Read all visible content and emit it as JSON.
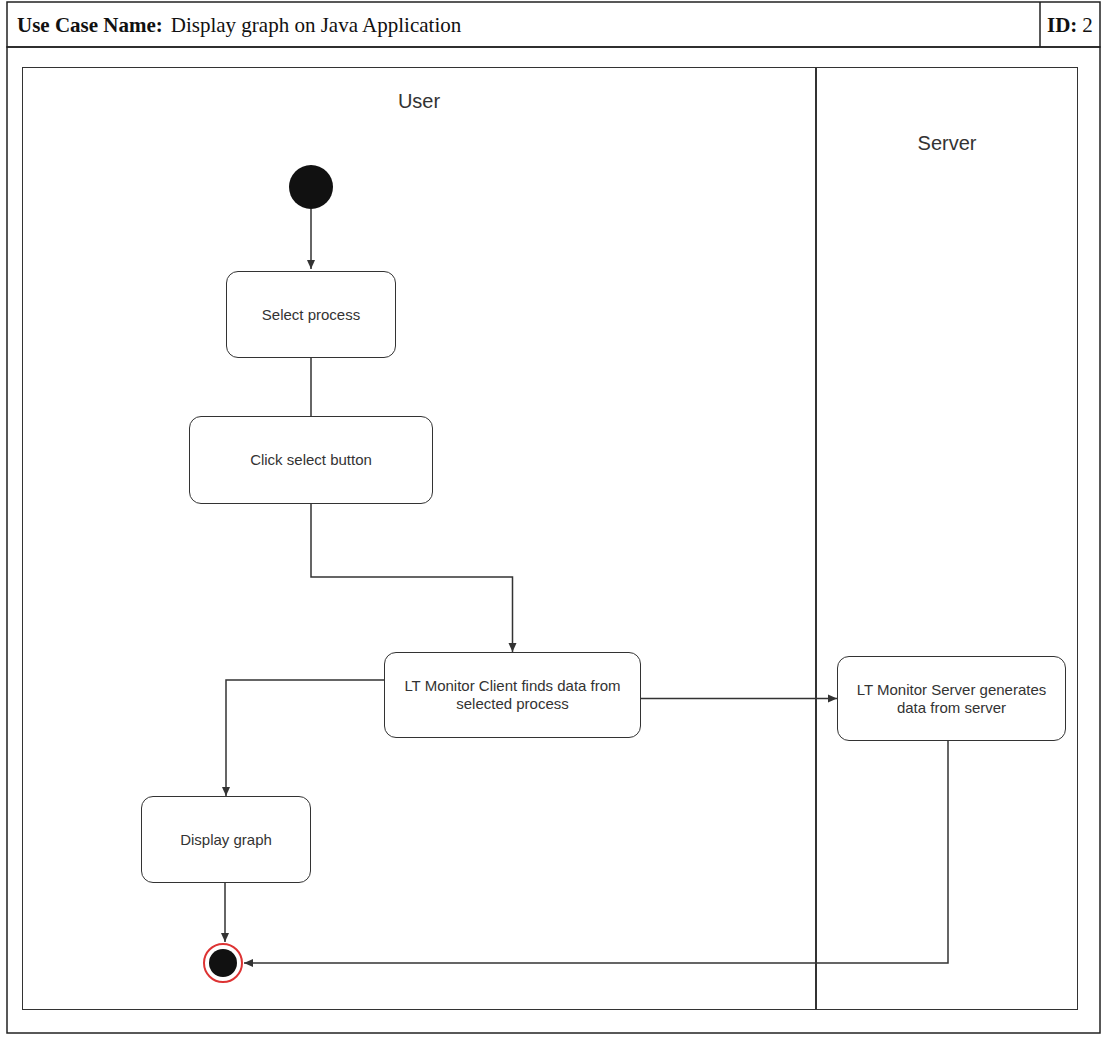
{
  "diagram": {
    "title": "Display graph on Java Application",
    "nodes": [
      {
        "text": [
          "User"
        ]
      },
      {
        "text": [
          "Server"
        ]
      },
      {
        "text": [
          "Select process"
        ],
        "in": 0
      },
      {
        "text": [
          "Click select button"
        ],
        "in": 0
      },
      {
        "text": [
          "LT Monitor Client finds data from selected process"
        ],
        "in": 0
      },
      {
        "text": [
          "LT Monitor Server generates data from server"
        ],
        "in": 1
      },
      {
        "text": [
          "Display graph"
        ],
        "in": 0
      }
    ],
    "edges": [
      {
        "from": 2,
        "to": 3,
        "arrow": "none"
      },
      {
        "from": 3,
        "to": 4,
        "arrow": "to"
      },
      {
        "from": 4,
        "to": 5,
        "arrow": "to"
      },
      {
        "from": 4,
        "to": 6,
        "arrow": "to"
      }
    ],
    "labels": [
      "Use Case Name:",
      "ID:",
      "2"
    ]
  }
}
